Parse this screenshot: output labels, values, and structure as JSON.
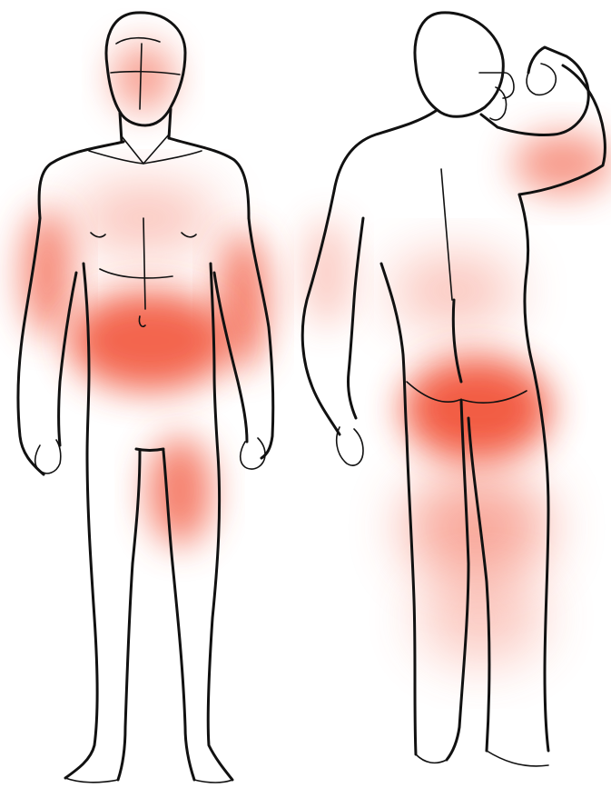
{
  "figure": {
    "views": [
      "front",
      "back"
    ],
    "outline_color": "#111111",
    "background_color": "#ffffff",
    "highlight_color": "#f2543a"
  },
  "front_view": {
    "highlight_regions": [
      {
        "name": "face",
        "intensity": 0.55
      },
      {
        "name": "chest",
        "intensity": 0.35
      },
      {
        "name": "right-upper-arm",
        "intensity": 0.7
      },
      {
        "name": "left-upper-arm",
        "intensity": 0.75
      },
      {
        "name": "abdomen",
        "intensity": 0.9
      },
      {
        "name": "left-thigh",
        "intensity": 0.75
      }
    ]
  },
  "back_view": {
    "highlight_regions": [
      {
        "name": "raised-upper-arm",
        "intensity": 0.6
      },
      {
        "name": "hanging-arm",
        "intensity": 0.3
      },
      {
        "name": "lower-back",
        "intensity": 0.35
      },
      {
        "name": "buttocks",
        "intensity": 0.95
      },
      {
        "name": "thighs",
        "intensity": 0.5
      },
      {
        "name": "calves",
        "intensity": 0.3
      }
    ]
  }
}
